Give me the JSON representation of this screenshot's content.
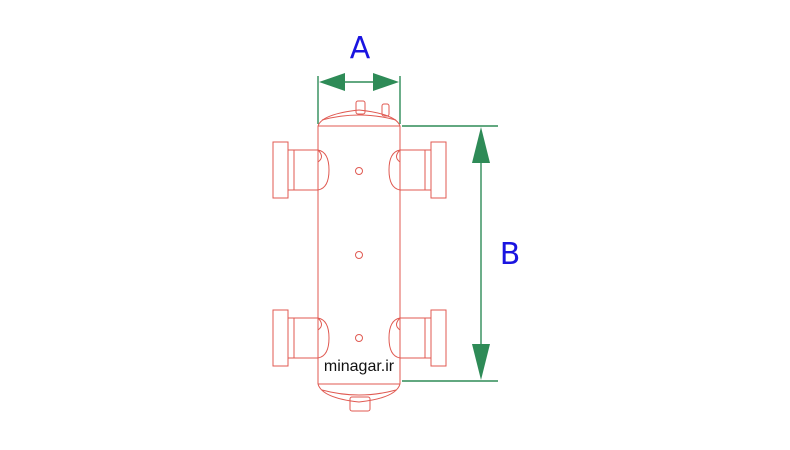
{
  "labels": {
    "dimension_a": "A",
    "dimension_b": "B",
    "watermark": "minagar.ir"
  },
  "colors": {
    "outline": "#e05a52",
    "dimension": "#2e8b57",
    "label": "#1a14e0"
  }
}
